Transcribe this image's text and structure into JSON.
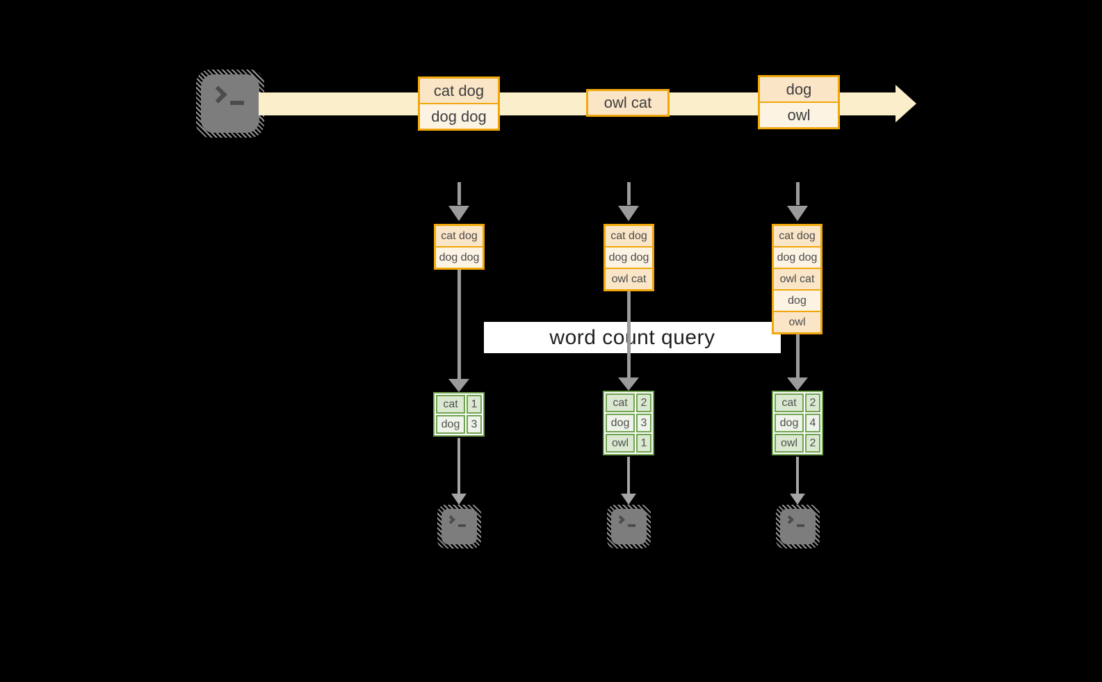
{
  "banner": {
    "label": "word count query"
  },
  "terminal": {
    "icon": "terminal-prompt"
  },
  "stream": {
    "events": [
      {
        "lines": [
          "cat dog",
          "dog dog"
        ]
      },
      {
        "lines": [
          "owl cat"
        ]
      },
      {
        "lines": [
          "dog",
          "owl"
        ]
      }
    ]
  },
  "snapshots": [
    {
      "buffer": [
        "cat dog",
        "dog dog"
      ],
      "counts": [
        {
          "word": "cat",
          "count": "1"
        },
        {
          "word": "dog",
          "count": "3"
        }
      ]
    },
    {
      "buffer": [
        "cat dog",
        "dog dog",
        "owl cat"
      ],
      "counts": [
        {
          "word": "cat",
          "count": "2"
        },
        {
          "word": "dog",
          "count": "3"
        },
        {
          "word": "owl",
          "count": "1"
        }
      ]
    },
    {
      "buffer": [
        "cat dog",
        "dog dog",
        "owl cat",
        "dog",
        "owl"
      ],
      "counts": [
        {
          "word": "cat",
          "count": "2"
        },
        {
          "word": "dog",
          "count": "4"
        },
        {
          "word": "owl",
          "count": "2"
        }
      ]
    }
  ],
  "colors": {
    "background": "#000000",
    "stream_band": "#FBEFCB",
    "box_border_gold": "#F0A70A",
    "cell_peach": "#FAE5C7",
    "cell_cream": "#FCF3E3",
    "table_border_green": "#6FA24F",
    "table_row_green": "#DCE9D1",
    "table_row_light": "#EEF4E9",
    "arrow_gray": "#9B9B9B",
    "banner_bg": "#FFFFFF"
  }
}
